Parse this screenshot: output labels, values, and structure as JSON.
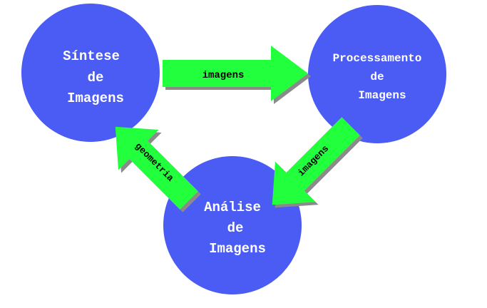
{
  "colors": {
    "node_fill": "#4b5cf5",
    "node_text": "#ffffff",
    "arrow_fill": "#22ff3c",
    "arrow_shadow": "#8a8a8a",
    "arrow_text": "#000000"
  },
  "nodes": {
    "sintese": [
      "Síntese",
      "de",
      "Imagens"
    ],
    "processamento": [
      "Processamento",
      "de",
      "Imagens"
    ],
    "analise": [
      "Análise",
      "de",
      "Imagens"
    ]
  },
  "arrows": {
    "top": {
      "label": "imagens"
    },
    "right": {
      "label": "imagens"
    },
    "left": {
      "label": "geometria"
    }
  }
}
